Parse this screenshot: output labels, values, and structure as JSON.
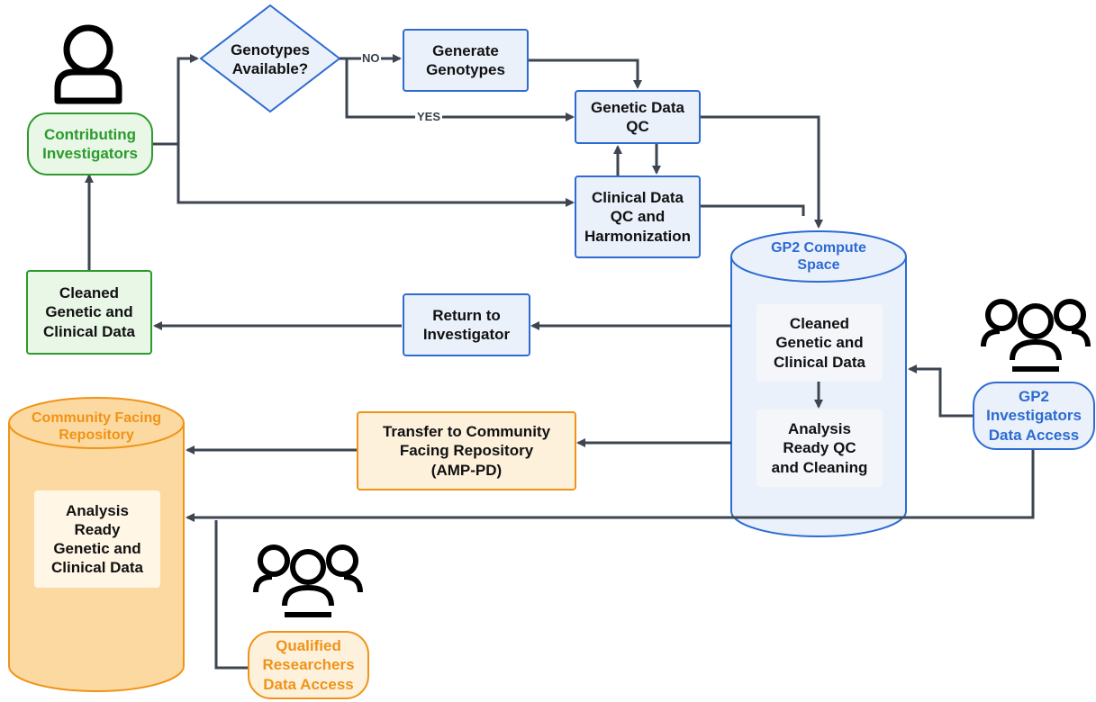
{
  "nodes": {
    "contributing_investigators": "Contributing\nInvestigators",
    "genotypes_available": "Genotypes\nAvailable?",
    "generate_genotypes": "Generate\nGenotypes",
    "genetic_data_qc": "Genetic Data\nQC",
    "clinical_data_qc": "Clinical Data\nQC and\nHarmonization",
    "cleaned_data_left": "Cleaned\nGenetic and\nClinical Data",
    "return_to_investigator": "Return to\nInvestigator",
    "gp2_compute_space": "GP2 Compute\nSpace",
    "gp2_cleaned_data": "Cleaned\nGenetic and\nClinical Data",
    "gp2_analysis_ready": "Analysis\nReady QC\nand Cleaning",
    "gp2_investigators_access": "GP2\nInvestigators\nData Access",
    "community_repository": "Community Facing\nRepository",
    "community_analysis_ready": "Analysis\nReady\nGenetic and\nClinical Data",
    "transfer_to_repository": "Transfer to Community\nFacing Repository\n(AMP-PD)",
    "qualified_researchers_access": "Qualified\nResearchers\nData Access"
  },
  "edge_labels": {
    "no": "NO",
    "yes": "YES"
  },
  "icons": {
    "person": "user-icon",
    "group_right": "users-group-icon",
    "group_bottom": "users-group-icon"
  },
  "colors": {
    "blue": "#2d6bd1",
    "green": "#2c9a2c",
    "orange": "#f09317",
    "arrow": "#3d4650"
  }
}
